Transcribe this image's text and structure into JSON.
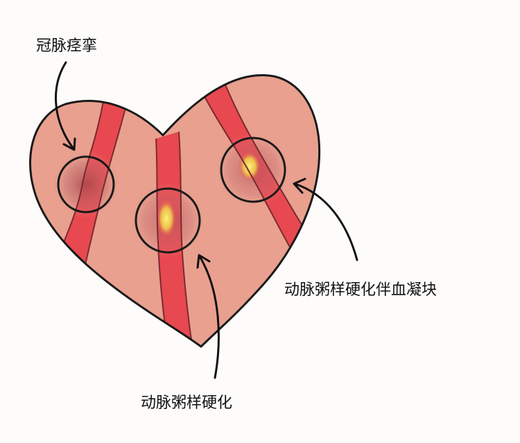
{
  "labels": {
    "spasm": "冠脉痉挛",
    "atherosclerosis": "动脉粥样硬化",
    "atherosclerosis_with_clot": "动脉粥样硬化伴血凝块"
  },
  "colors": {
    "background": "#fdfcfb",
    "heart_fill": "#e9a08f",
    "artery": "#e8484f",
    "artery_light": "#f06a6c",
    "plaque": "#f6e35a",
    "outline": "#1a1a1a",
    "shadow": "#a8474c"
  }
}
